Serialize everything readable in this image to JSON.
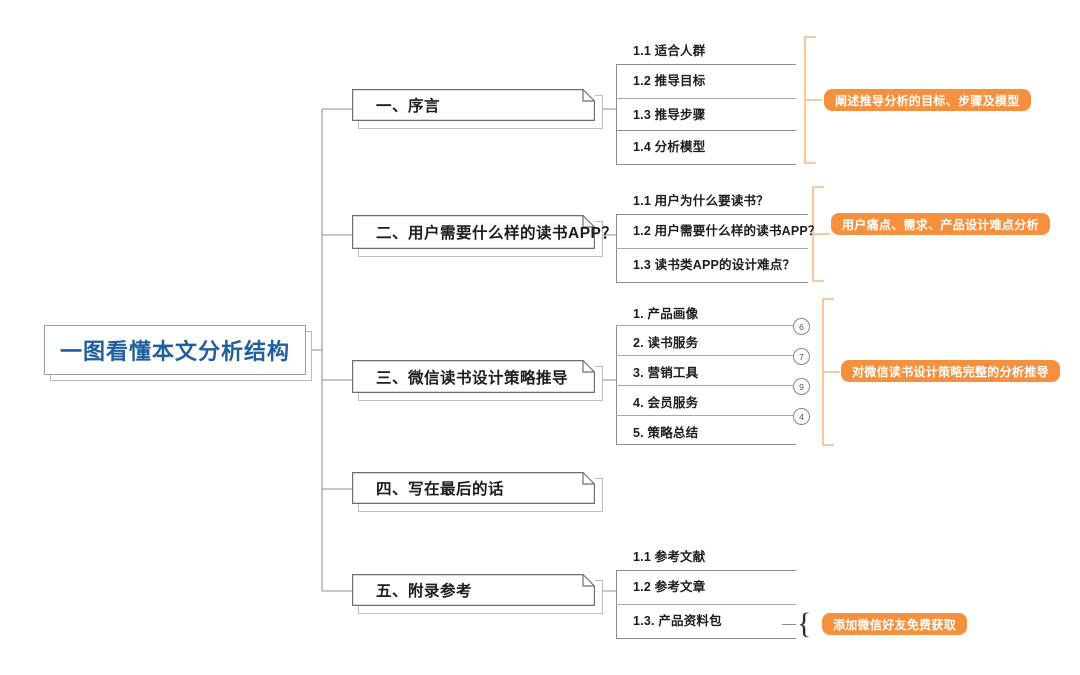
{
  "diagram": {
    "type": "mind-map",
    "title_node": {
      "label": "一图看懂本文分析结构",
      "color": "#1f5f9e"
    },
    "accent_color": "#F5913E",
    "line_color": "#8c8c8c",
    "branches": [
      {
        "id": "branch-1",
        "label": "一、序言",
        "items": [
          {
            "text": "1.1 适合人群"
          },
          {
            "text": "1.2 推导目标"
          },
          {
            "text": "1.3 推导步骤"
          },
          {
            "text": "1.4 分析模型"
          }
        ],
        "annotation": "阐述推导分析的目标、步骤及模型"
      },
      {
        "id": "branch-2",
        "label": "二、用户需要什么样的读书APP？",
        "items": [
          {
            "text": "1.1 用户为什么要读书？"
          },
          {
            "text": "1.2 用户需要什么样的读书APP？"
          },
          {
            "text": "1.3 读书类APP的设计难点？"
          }
        ],
        "annotation": "用户痛点、需求、产品设计难点分析"
      },
      {
        "id": "branch-3",
        "label": "三、微信读书设计策略推导",
        "items": [
          {
            "text": "1. 产品画像",
            "badge": "6"
          },
          {
            "text": "2. 读书服务",
            "badge": "7"
          },
          {
            "text": "3. 营销工具",
            "badge": "9"
          },
          {
            "text": "4. 会员服务",
            "badge": "4"
          },
          {
            "text": "5. 策略总结"
          }
        ],
        "annotation": "对微信读书设计策略完整的分析推导"
      },
      {
        "id": "branch-4",
        "label": "四、写在最后的话",
        "items": [],
        "annotation": ""
      },
      {
        "id": "branch-5",
        "label": "五、附录参考",
        "items": [
          {
            "text": "1.1 参考文献"
          },
          {
            "text": "1.2 参考文章"
          },
          {
            "text": "1.3. 产品资料包"
          }
        ],
        "annotation": "添加微信好友免费获取"
      }
    ]
  }
}
